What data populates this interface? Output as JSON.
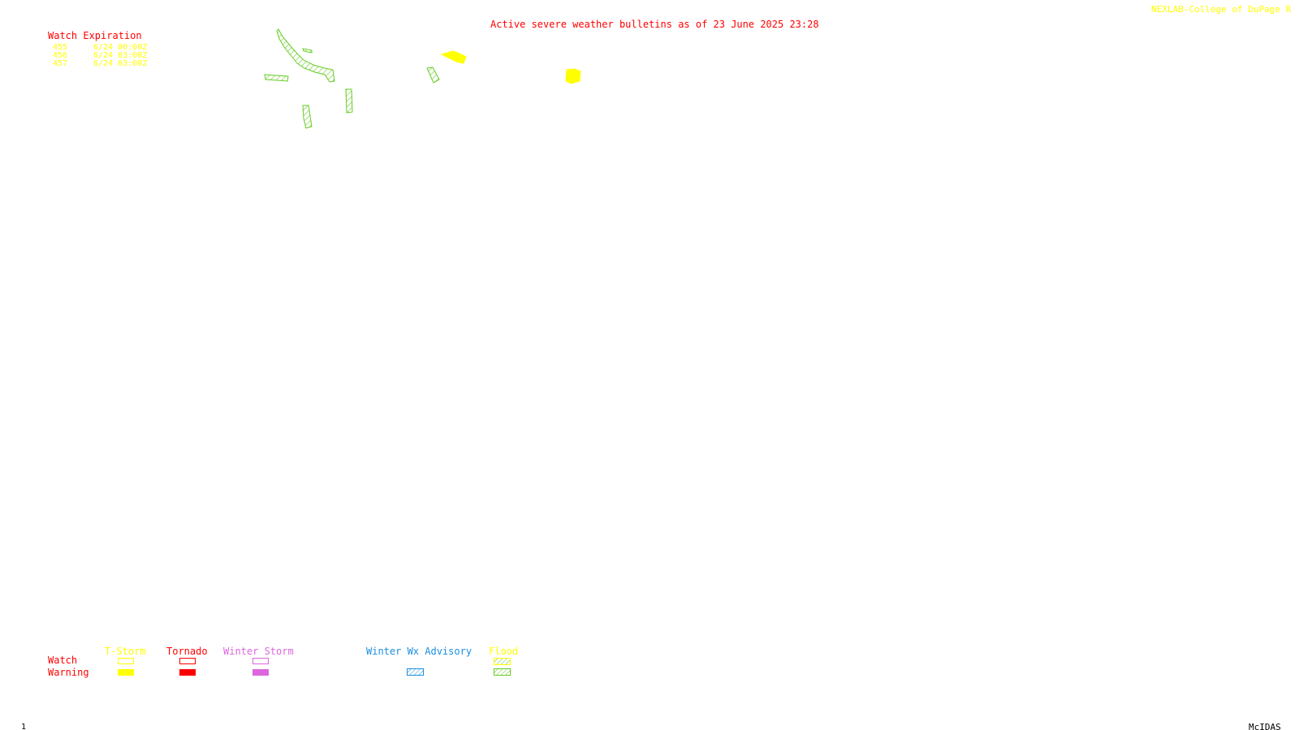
{
  "header": {
    "credit": "NEXLAB-College of DuPage R",
    "bulletin_title": "Active severe weather bulletins as of 23 June 2025 23:28"
  },
  "watch_expiration": {
    "title": "Watch Expiration",
    "rows": [
      {
        "number": "455",
        "expires": "6/24 00:00Z"
      },
      {
        "number": "456",
        "expires": "6/24 03:00Z"
      },
      {
        "number": "457",
        "expires": "6/24 03:00Z"
      }
    ]
  },
  "legend": {
    "row_labels": {
      "watch": "Watch",
      "warning": "Warning"
    },
    "categories": [
      {
        "label": "T-Storm",
        "color": "#ffff00"
      },
      {
        "label": "Tornado",
        "color": "#ff0000"
      },
      {
        "label": "Winter Storm",
        "color": "#dd66dd"
      },
      {
        "label": "Winter Wx Advisory",
        "color": "#1a8fe0"
      },
      {
        "label": "Flood",
        "color": "#ffff00",
        "hatch_color": "#66cc22"
      }
    ]
  },
  "map": {
    "flood_warning_color": "#66cc22",
    "tstorm_warning_color": "#ffff00"
  },
  "footer": {
    "page_number": "1",
    "brand": "McIDAS"
  }
}
